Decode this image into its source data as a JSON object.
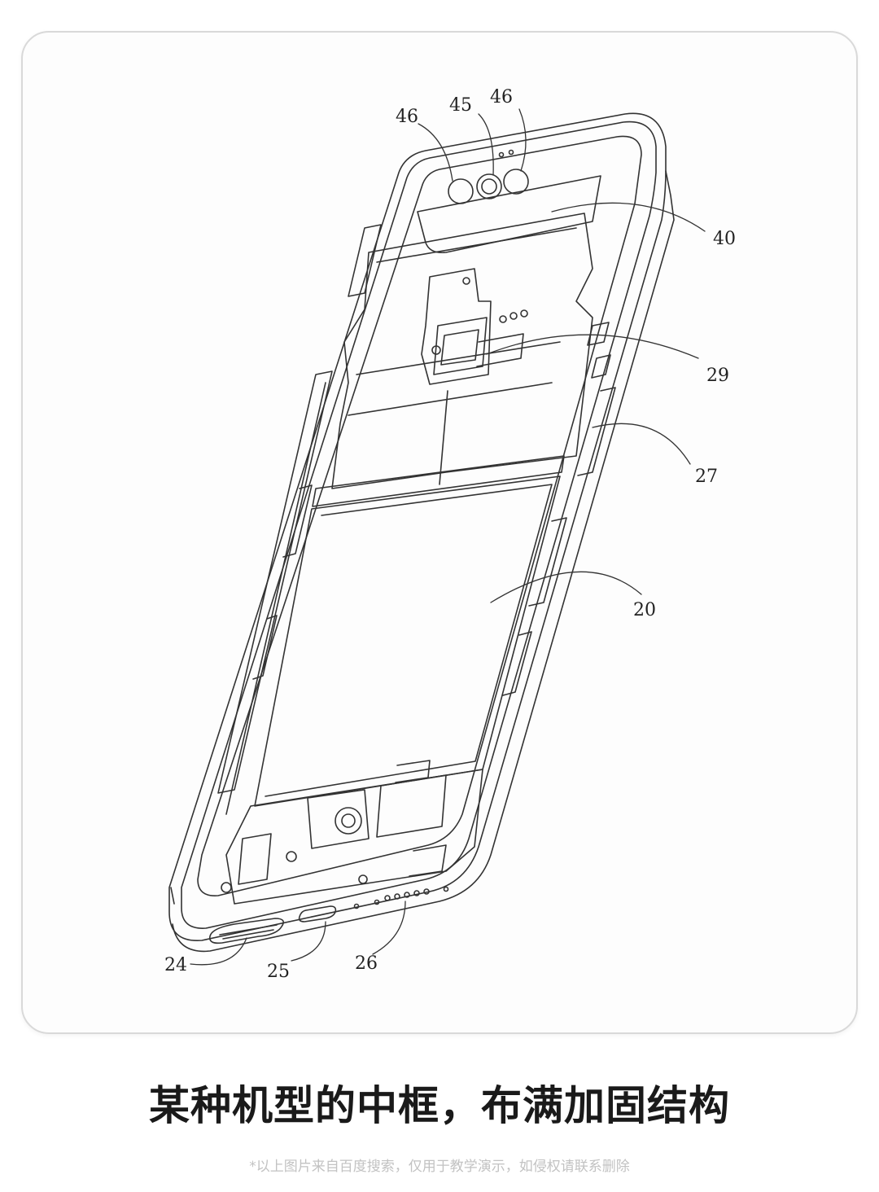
{
  "figure": {
    "labels": {
      "l46a": "46",
      "l45": "45",
      "l46b": "46",
      "l40": "40",
      "l29": "29",
      "l27": "27",
      "l20": "20",
      "l24": "24",
      "l25": "25",
      "l26": "26"
    }
  },
  "caption": "某种机型的中框，布满加固结构",
  "disclaimer": "*以上图片来自百度搜索，仅用于教学演示，如侵权请联系删除"
}
